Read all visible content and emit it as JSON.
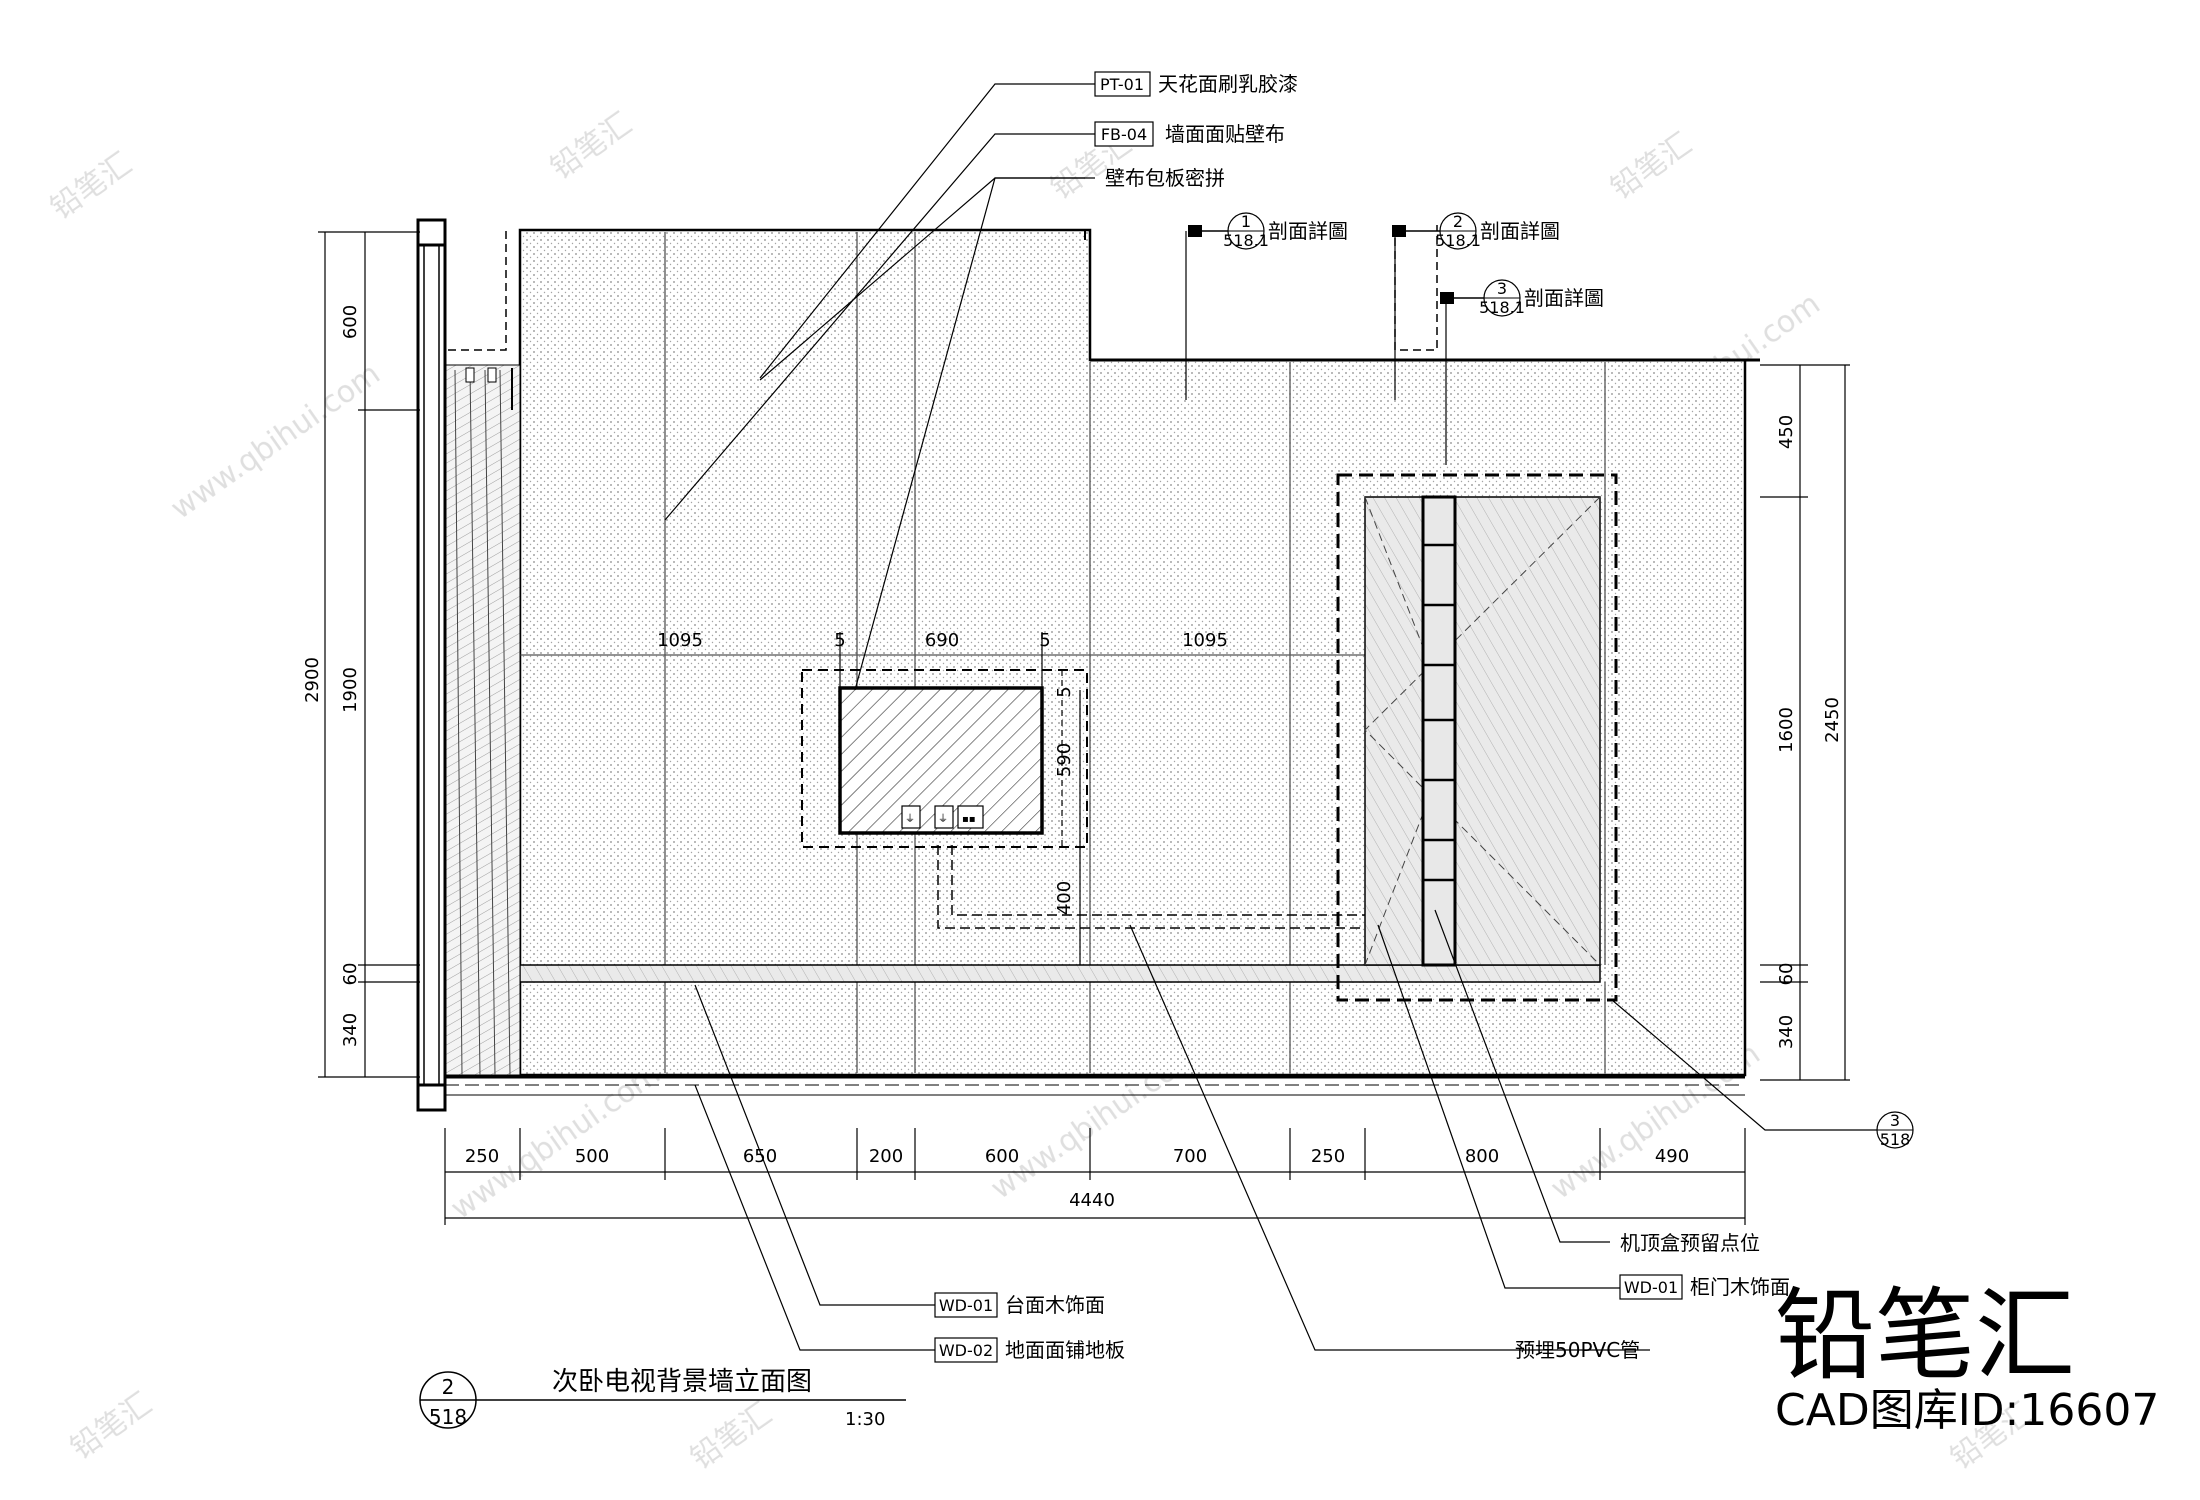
{
  "title": "次卧电视背景墙立面图",
  "scale": "1:30",
  "detail_ref": {
    "number": "2",
    "sheet": "518"
  },
  "callouts_top": [
    {
      "code": "PT-01",
      "text": "天花面刷乳胶漆"
    },
    {
      "code": "FB-04",
      "text": "墙面面贴壁布"
    },
    {
      "code": "",
      "text": "壁布包板密拼"
    }
  ],
  "sections": [
    {
      "number": "1",
      "sheet": "518.1",
      "text": "剖面詳圖"
    },
    {
      "number": "2",
      "sheet": "518.1",
      "text": "剖面詳圖"
    },
    {
      "number": "3",
      "sheet": "518.1",
      "text": "剖面詳圖"
    }
  ],
  "bottom_section": {
    "number": "3",
    "sheet": "518"
  },
  "callouts_bottom": [
    {
      "code": "",
      "text": "机顶盒预留点位"
    },
    {
      "code": "WD-01",
      "text": "柜门木饰面"
    },
    {
      "code": "WD-01",
      "text": "台面木饰面"
    },
    {
      "code": "WD-02",
      "text": "地面面铺地板"
    },
    {
      "code": "",
      "text": "预埋50PVC管"
    }
  ],
  "dims_left": {
    "total": "2900",
    "segs": [
      "600",
      "1900",
      "60",
      "340"
    ]
  },
  "dims_right": {
    "total": "2450",
    "segs": [
      "450",
      "1600",
      "60",
      "340"
    ]
  },
  "dims_bottom": {
    "segs": [
      "250",
      "500",
      "650",
      "200",
      "600",
      "700",
      "250",
      "800",
      "490"
    ],
    "total": "4440"
  },
  "dims_tv": {
    "row": [
      "1095",
      "5",
      "690",
      "5",
      "1095"
    ],
    "v5": "5",
    "v590": "590",
    "v400": "400"
  },
  "watermark": {
    "brand": "铅笔汇",
    "url": "www.qbihui.com",
    "big": "铅笔汇",
    "id": "CAD图库ID:16607"
  }
}
